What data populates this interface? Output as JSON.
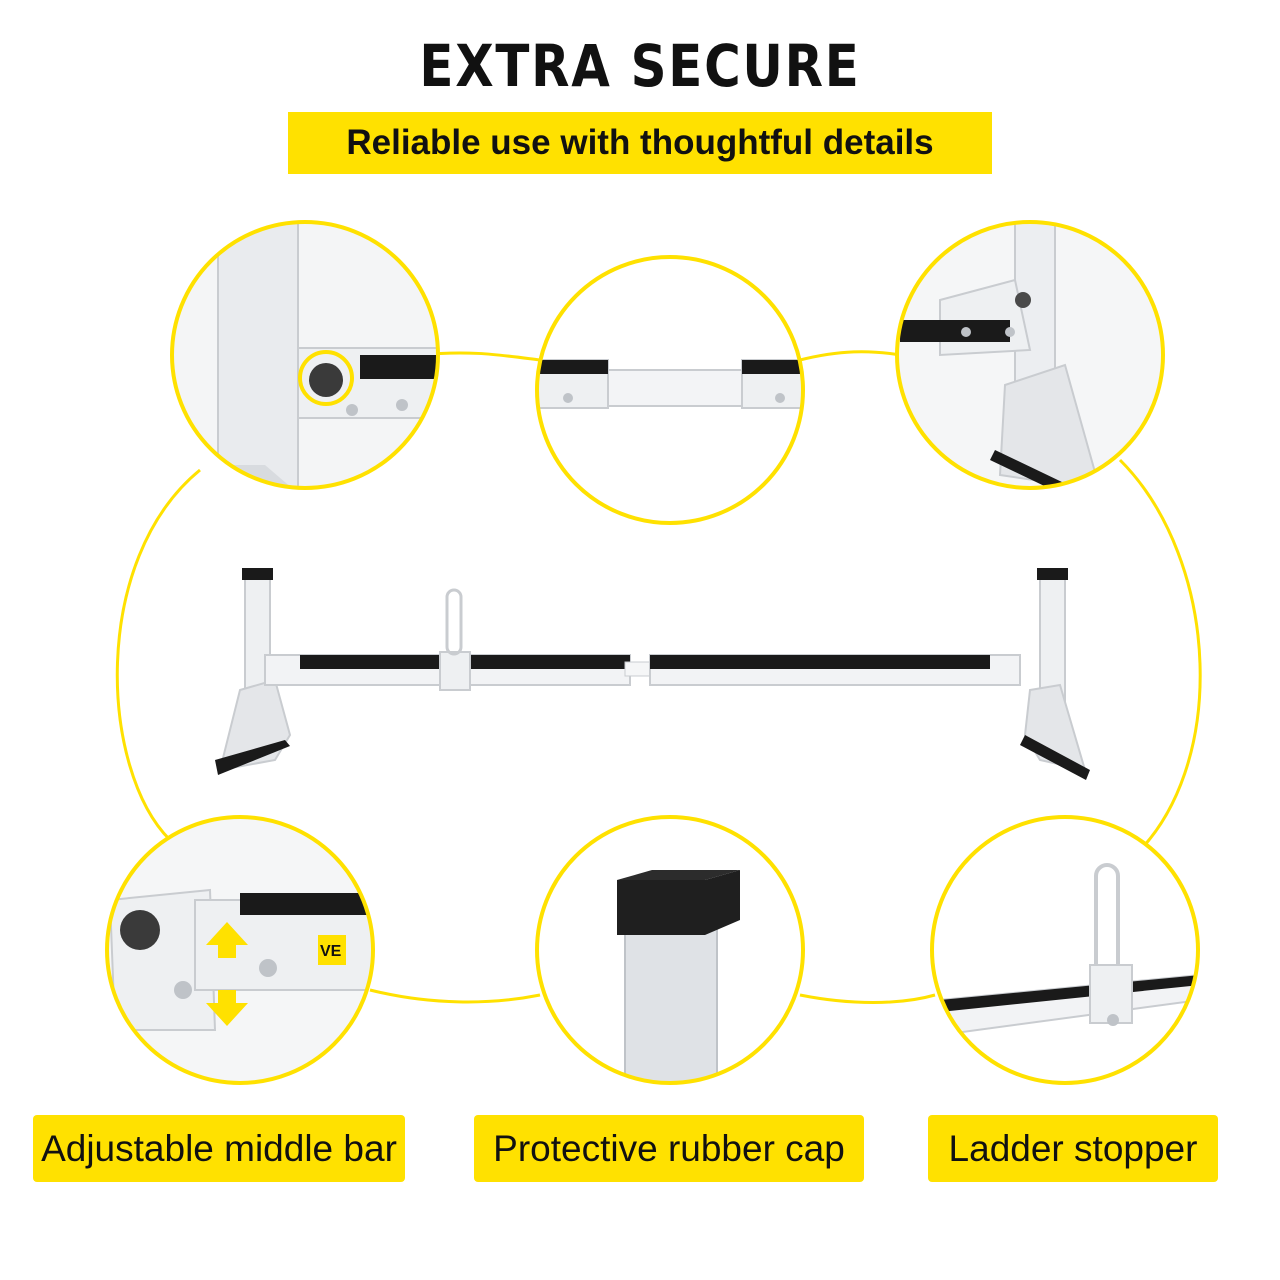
{
  "title": "EXTRA SECURE",
  "subtitle": "Reliable use with thoughtful details",
  "brand_fragment": "VE",
  "labels": [
    "Adjustable middle bar",
    "Protective rubber cap",
    "Ladder stopper"
  ],
  "colors": {
    "accent": "#ffe100",
    "metal": "#eef0f2",
    "rubber": "#1a1a1a",
    "text": "#111111"
  }
}
